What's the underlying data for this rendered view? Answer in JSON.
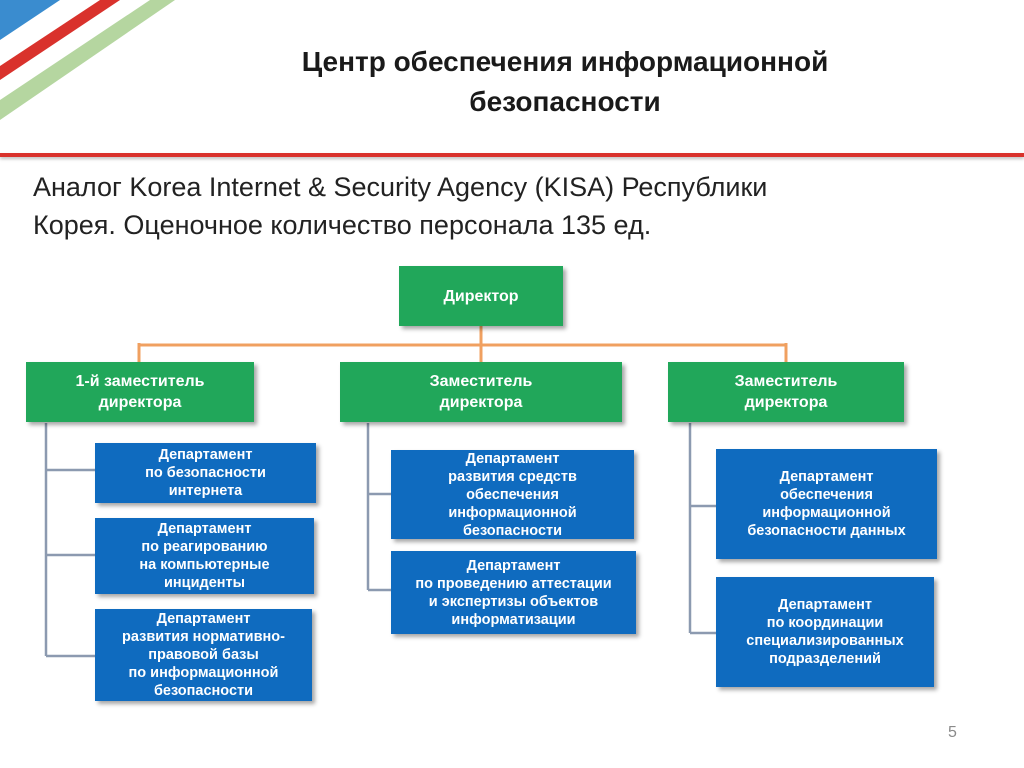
{
  "slide": {
    "title_lines": [
      "Центр обеспечения информационной",
      "безопасности"
    ],
    "description_lines": [
      "Аналог Korea Internet & Security Agency (KISA) Республики",
      "Корея. Оценочное количество персонала 135 ед."
    ],
    "page_number": "5"
  },
  "org": {
    "director": "Директор",
    "deputies": [
      {
        "lines": [
          "1-й заместитель",
          "директора"
        ],
        "departments": [
          {
            "lines": [
              "Департамент",
              "по безопасности",
              "интернета"
            ]
          },
          {
            "lines": [
              "Департамент",
              "по реагированию",
              "на компьютерные",
              "инциденты"
            ]
          },
          {
            "lines": [
              "Департамент",
              "развития нормативно-",
              "правовой базы",
              "по информационной",
              "безопасности"
            ]
          }
        ]
      },
      {
        "lines": [
          "Заместитель",
          "директора"
        ],
        "departments": [
          {
            "lines": [
              "Департамент",
              "развития средств",
              "обеспечения",
              "информационной",
              "безопасности"
            ]
          },
          {
            "lines": [
              "Департамент",
              "по проведению аттестации",
              "и экспертизы объектов",
              "информатизации"
            ]
          }
        ]
      },
      {
        "lines": [
          "Заместитель",
          "директора"
        ],
        "departments": [
          {
            "lines": [
              "Департамент",
              "обеспечения",
              "информационной",
              "безопасности данных"
            ]
          },
          {
            "lines": [
              "Департамент",
              "по координации",
              "специализированных",
              "подразделений"
            ]
          }
        ]
      }
    ]
  },
  "colors": {
    "green": "#21a75a",
    "blue": "#0f6bbf",
    "orange_connector": "#f0a060",
    "gray_connector": "#8c9ab0",
    "header_red": "#d9322c"
  }
}
